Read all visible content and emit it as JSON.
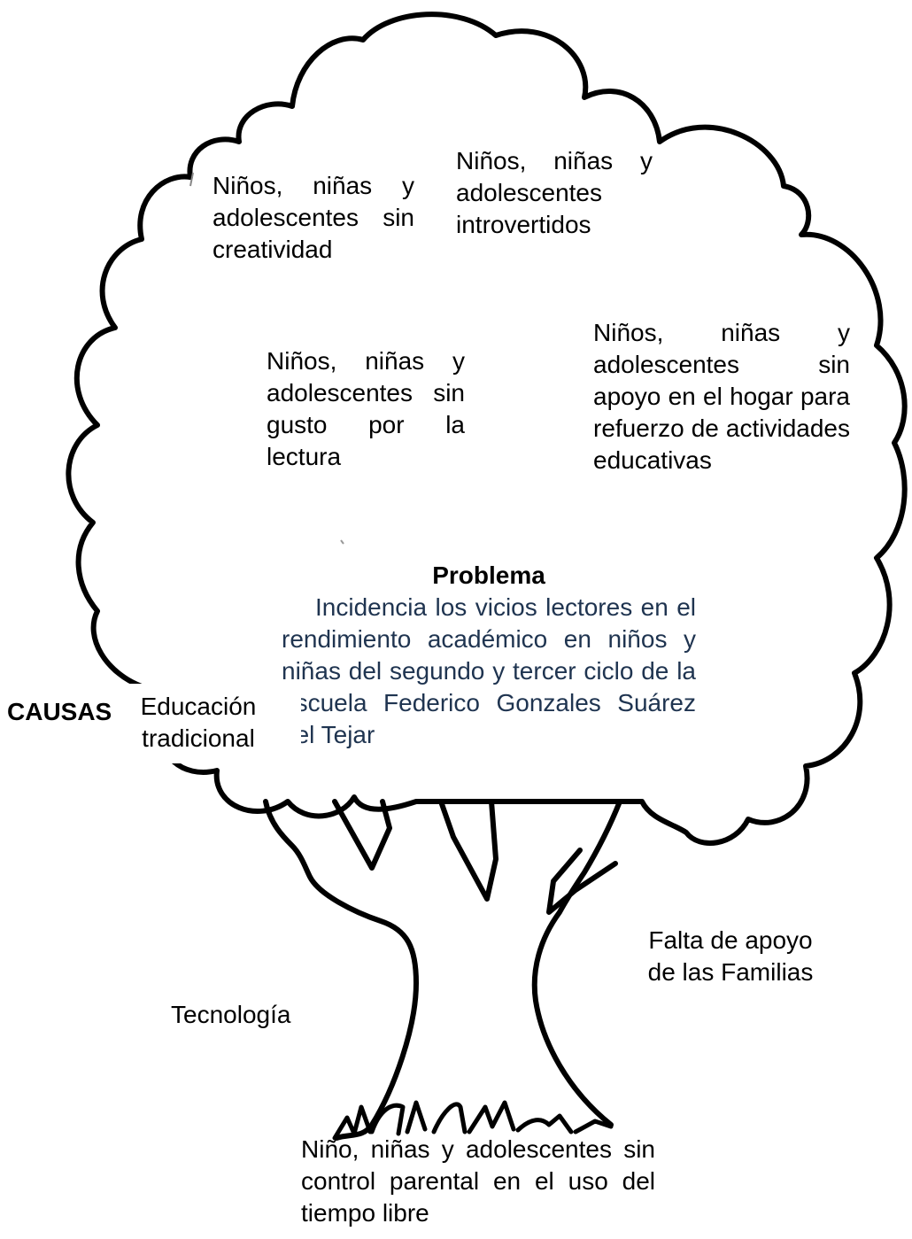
{
  "diagram": {
    "effects": [
      "Niños, niñas y adolescentes sin creatividad",
      "Niños, niñas y adolescentes introvertidos",
      "Niños, niñas y adolescentes sin gusto por la lectura",
      "Niños, niñas y adolescentes sin apoyo en el hogar para refuerzo de actividades educativas"
    ],
    "problem": {
      "title": "Problema",
      "text": "Incidencia los vicios lectores en el rendimiento académico en niños y niñas del segundo y tercer ciclo de la escuela Federico Gonzales Suárez del Tejar"
    },
    "causes_label": "CAUSAS",
    "causes": [
      "Educación tradicional",
      "Tecnología",
      "Falta de apoyo de las Familias",
      "Niño, niñas y adolescentes sin control parental en el uso del tiempo libre"
    ]
  },
  "colors": {
    "line": "#000000",
    "problem_text": "#1f3450",
    "background": "#ffffff"
  }
}
